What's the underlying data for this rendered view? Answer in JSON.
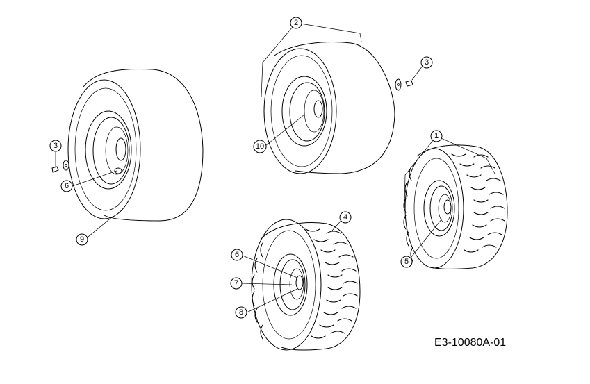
{
  "callouts": {
    "c1": "1",
    "c2": "2",
    "c3a": "3",
    "c3b": "3",
    "c4": "4",
    "c5": "5",
    "c6a": "6",
    "c6b": "6",
    "c7": "7",
    "c8": "8",
    "c9": "9",
    "c10": "10"
  },
  "drawing_code": "E3-10080A-01"
}
